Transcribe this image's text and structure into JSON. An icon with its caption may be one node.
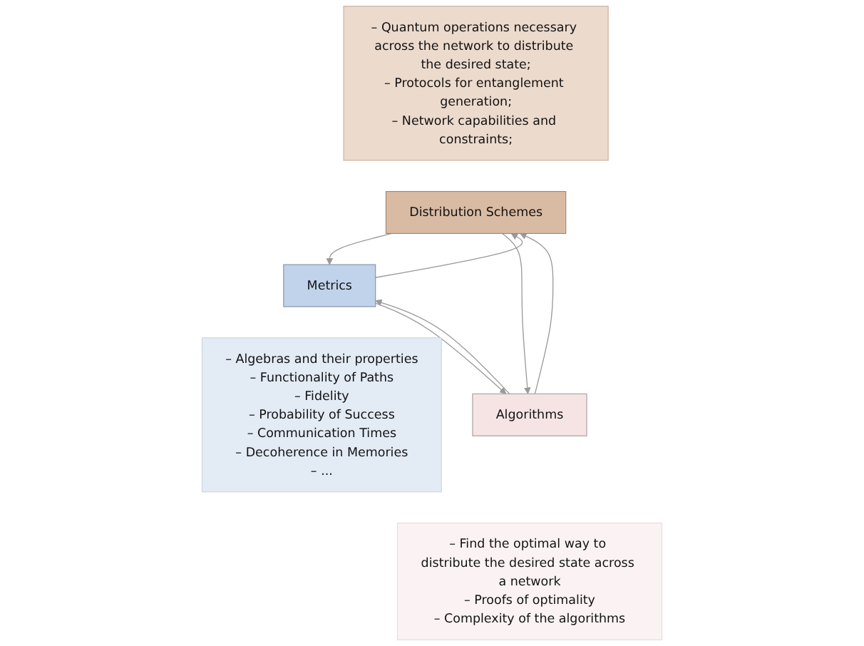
{
  "diagram": {
    "nodes": [
      {
        "text": [
          "– Quantum operations necessary across the network to distribute the desired state;",
          "– Protocols for entanglement generation;",
          "– Network capabilities and constraints;"
        ]
      },
      {
        "text": [
          "Distribution Schemes"
        ]
      },
      {
        "text": [
          "Metrics"
        ]
      },
      {
        "text": [
          "– Algebras and their properties",
          "– Functionality of Paths",
          "– Fidelity",
          "– Probability of Success",
          "– Communication Times",
          "– Decoherence in Memories",
          "– ..."
        ]
      },
      {
        "text": [
          "Algorithms"
        ]
      },
      {
        "text": [
          "– Find the optimal way to distribute the desired state across a network",
          "– Proofs of optimality",
          "– Complexity of the algorithms"
        ]
      }
    ],
    "edges": [
      {
        "from": 2,
        "to": 1,
        "arrow": "to",
        "color": "#999999"
      },
      {
        "from": 1,
        "to": 2,
        "arrow": "to",
        "color": "#999999"
      },
      {
        "from": 4,
        "to": 1,
        "arrow": "to",
        "color": "#999999"
      },
      {
        "from": 1,
        "to": 4,
        "arrow": "to",
        "color": "#999999"
      },
      {
        "from": 2,
        "to": 4,
        "arrow": "to",
        "color": "#999999"
      },
      {
        "from": 4,
        "to": 2,
        "arrow": "to",
        "color": "#999999"
      }
    ]
  }
}
